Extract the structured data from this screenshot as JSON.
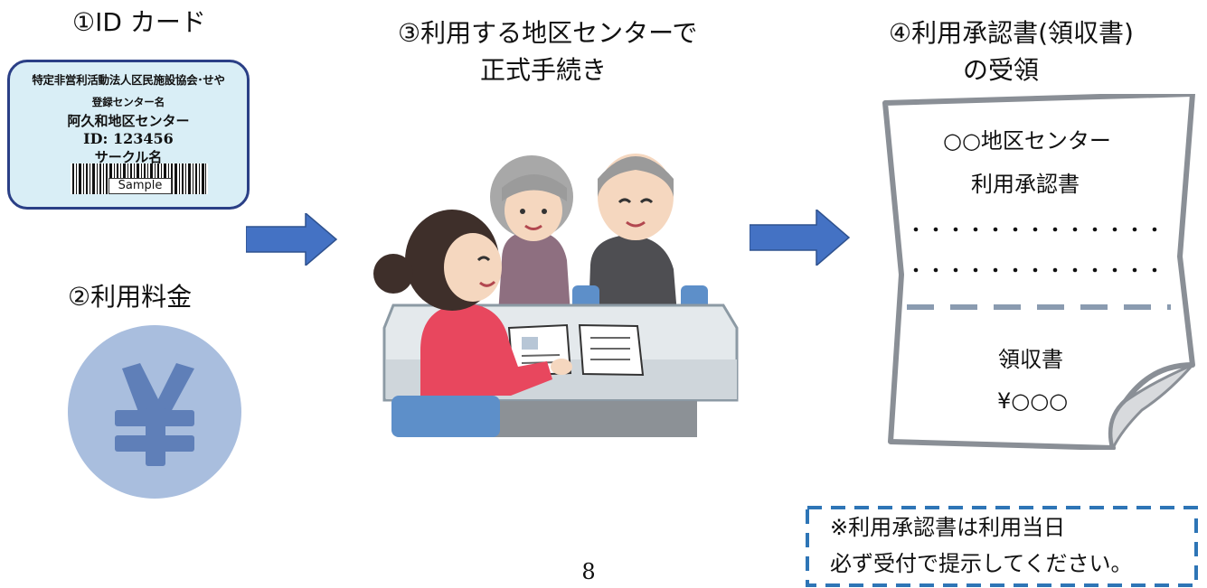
{
  "items": {
    "id_card": {
      "title": "①ID カード",
      "org": "特定非営利活動法人区民施設協会･せや",
      "center_label": "登録センター名",
      "center_name": "阿久和地区センター",
      "id_line": "ID: 123456",
      "circle_name": "サークル名",
      "barcode_label": "Sample"
    },
    "fee": {
      "title": "②利用料金",
      "icon": "yen-coin-icon"
    },
    "procedure": {
      "title_line1": "③利用する地区センターで",
      "title_line2": "正式手続き"
    },
    "receipt": {
      "title_line1": "④利用承認書(領収書)",
      "title_line2": "の受領",
      "doc_line1": "○○地区センター",
      "doc_line2": "利用承認書",
      "doc_line3": "領収書",
      "doc_line4": "¥○○○"
    }
  },
  "note": {
    "line1": "※利用承認書は利用当日",
    "line2": "必ず受付で提示してください。"
  },
  "page_number": "8",
  "colors": {
    "arrow": "#4472c4",
    "note_border": "#2e75b6",
    "card_bg": "#d9eef6",
    "card_border": "#2a3f86",
    "coin": "#a9bede",
    "receipt_border": "#8a8f96"
  }
}
